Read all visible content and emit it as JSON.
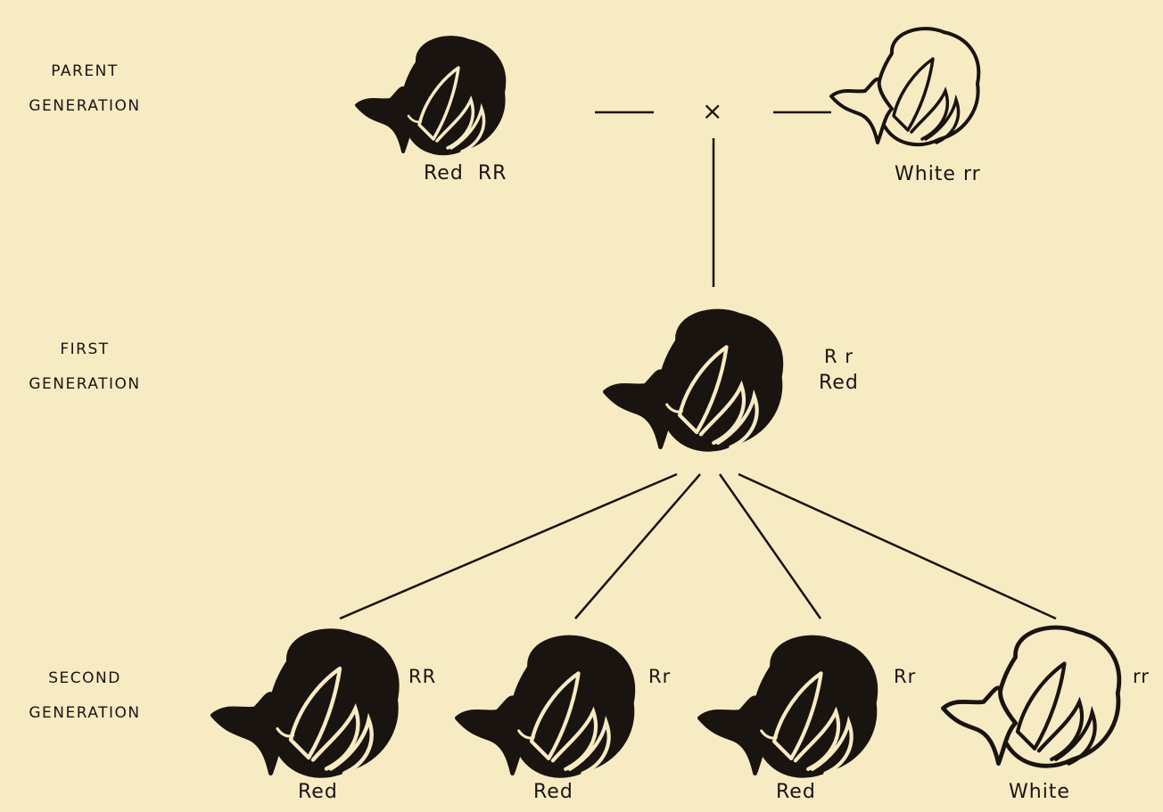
{
  "row_labels": {
    "parent": [
      "PARENT",
      "GENERATION"
    ],
    "first": [
      "FIRST",
      "GENERATION"
    ],
    "second": [
      "SECOND",
      "GENERATION"
    ]
  },
  "cross_symbol": "×",
  "parents": [
    {
      "phenotype": "Red",
      "genotype": "RR",
      "fill": "black"
    },
    {
      "phenotype": "White",
      "genotype": "rr",
      "fill": "white"
    }
  ],
  "first_generation": {
    "phenotype": "Red",
    "genotype": "R r",
    "fill": "black"
  },
  "second_generation": [
    {
      "phenotype": "Red",
      "genotype": "RR",
      "fill": "black"
    },
    {
      "phenotype": "Red",
      "genotype": "Rr",
      "fill": "black"
    },
    {
      "phenotype": "Red",
      "genotype": "Rr",
      "fill": "black"
    },
    {
      "phenotype": "White",
      "genotype": "rr",
      "fill": "white"
    }
  ],
  "colors": {
    "background": "#f7ebc4",
    "ink": "#1a1410"
  }
}
